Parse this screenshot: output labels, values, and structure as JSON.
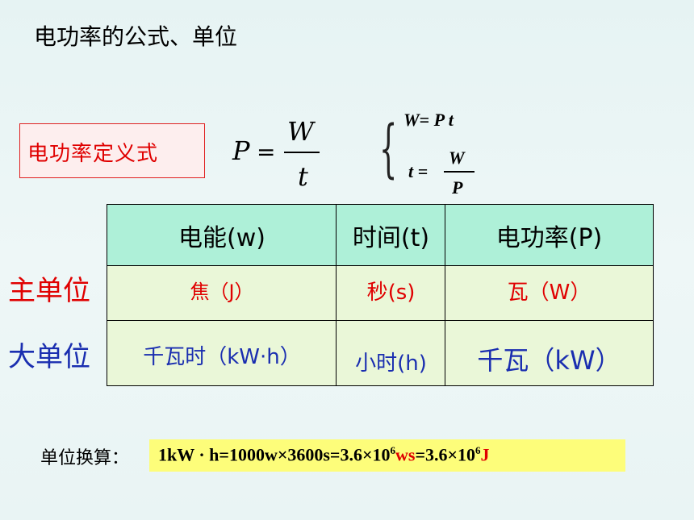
{
  "title": "电功率的公式、单位",
  "definition_label": "电功率定义式",
  "formula": {
    "lhs": "P",
    "eq": "=",
    "numerator": "W",
    "denominator": "t"
  },
  "derived": {
    "line1": "W= P t",
    "t_lhs": "t =",
    "t_num": "W",
    "t_den": "P"
  },
  "table": {
    "headers": [
      "电能(w)",
      "时间(t)",
      "电功率(P)"
    ],
    "rows": [
      {
        "label": "主单位",
        "cells": [
          "焦（J）",
          "秒(s)",
          "瓦（W）"
        ]
      },
      {
        "label": "大单位",
        "cells": [
          "千瓦时（kW·h）",
          "小时(h)",
          "千瓦（kW）"
        ]
      }
    ]
  },
  "conversion": {
    "label": "单位换算：",
    "part1": "1kW · h=1000w×3600s=3.6×10",
    "exp1": "6",
    "part2": "ws",
    "part3": "=3.6×10",
    "exp2": "6",
    "part4": "J"
  },
  "colors": {
    "accent_red": "#e00000",
    "unit_blue": "#1a2eb0",
    "header_green": "#aef0d8",
    "highlight_yellow": "#fdfd7a"
  }
}
